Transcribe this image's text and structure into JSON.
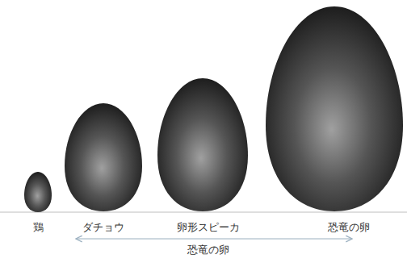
{
  "diagram": {
    "labels": [
      "鶏",
      "ダチョウ",
      "卵形スピーカ",
      "恐竜の卵",
      "恐竜の卵"
    ]
  }
}
